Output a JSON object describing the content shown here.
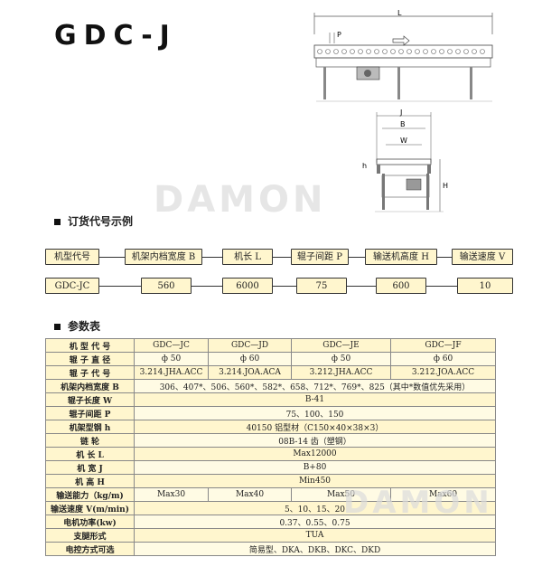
{
  "title": "GDC-J",
  "watermark": "DAMON",
  "drawing_labels": {
    "L": "L",
    "P": "P",
    "J": "J",
    "B": "B",
    "W": "W",
    "H": "H",
    "h": "h"
  },
  "example_section": {
    "heading": "订货代号示例",
    "labels": [
      "机型代号",
      "机架内档宽度 B",
      "机长 L",
      "辊子间距 P",
      "输送机高度 H",
      "输送速度  V"
    ],
    "values": [
      "GDC-JC",
      "560",
      "6000",
      "75",
      "600",
      "10"
    ]
  },
  "param_section": {
    "heading": "参数表",
    "rows": [
      {
        "label": "机 型 代 号",
        "cells": [
          "GDC—JC",
          "GDC—JD",
          "GDC—JE",
          "GDC—JF"
        ]
      },
      {
        "label": "辊 子 直 径",
        "cells": [
          "ф 50",
          "ф 60",
          "ф 50",
          "ф 60"
        ]
      },
      {
        "label": "辊 子 代 号",
        "cells": [
          "3.214.JHA.ACC",
          "3.214.JOA.ACA",
          "3.212.JHA.ACC",
          "3.212.JOA.ACC"
        ]
      },
      {
        "label": "机架内档宽度 B",
        "span": "306、407*、506、560*、582*、658、712*、769*、825（其中*数值优先采用）"
      },
      {
        "label": "辊子长度 W",
        "span": "B-41"
      },
      {
        "label": "辊子间距 P",
        "span": "75、100、150"
      },
      {
        "label": "机架型钢 h",
        "span": "40150 铝型材（C150×40×38×3）"
      },
      {
        "label": "链  轮",
        "span": "08B-14 齿（塑钢）"
      },
      {
        "label": "机   长 L",
        "span": "Max12000"
      },
      {
        "label": "机   宽 J",
        "span": "B+80"
      },
      {
        "label": "机   高 H",
        "span": "Min450"
      },
      {
        "label": "输送能力（kg/m)",
        "cells": [
          "Max30",
          "Max40",
          "Max50",
          "Max60"
        ]
      },
      {
        "label": "输送速度 V(m/min)",
        "span": "5、10、15、20"
      },
      {
        "label": "电机功率(kw)",
        "span": "0.37、0.55、0.75"
      },
      {
        "label": "支腿形式",
        "span": "TUA"
      },
      {
        "label": "电控方式可选",
        "span": "简易型、DKA、DKB、DKC、DKD"
      }
    ]
  }
}
